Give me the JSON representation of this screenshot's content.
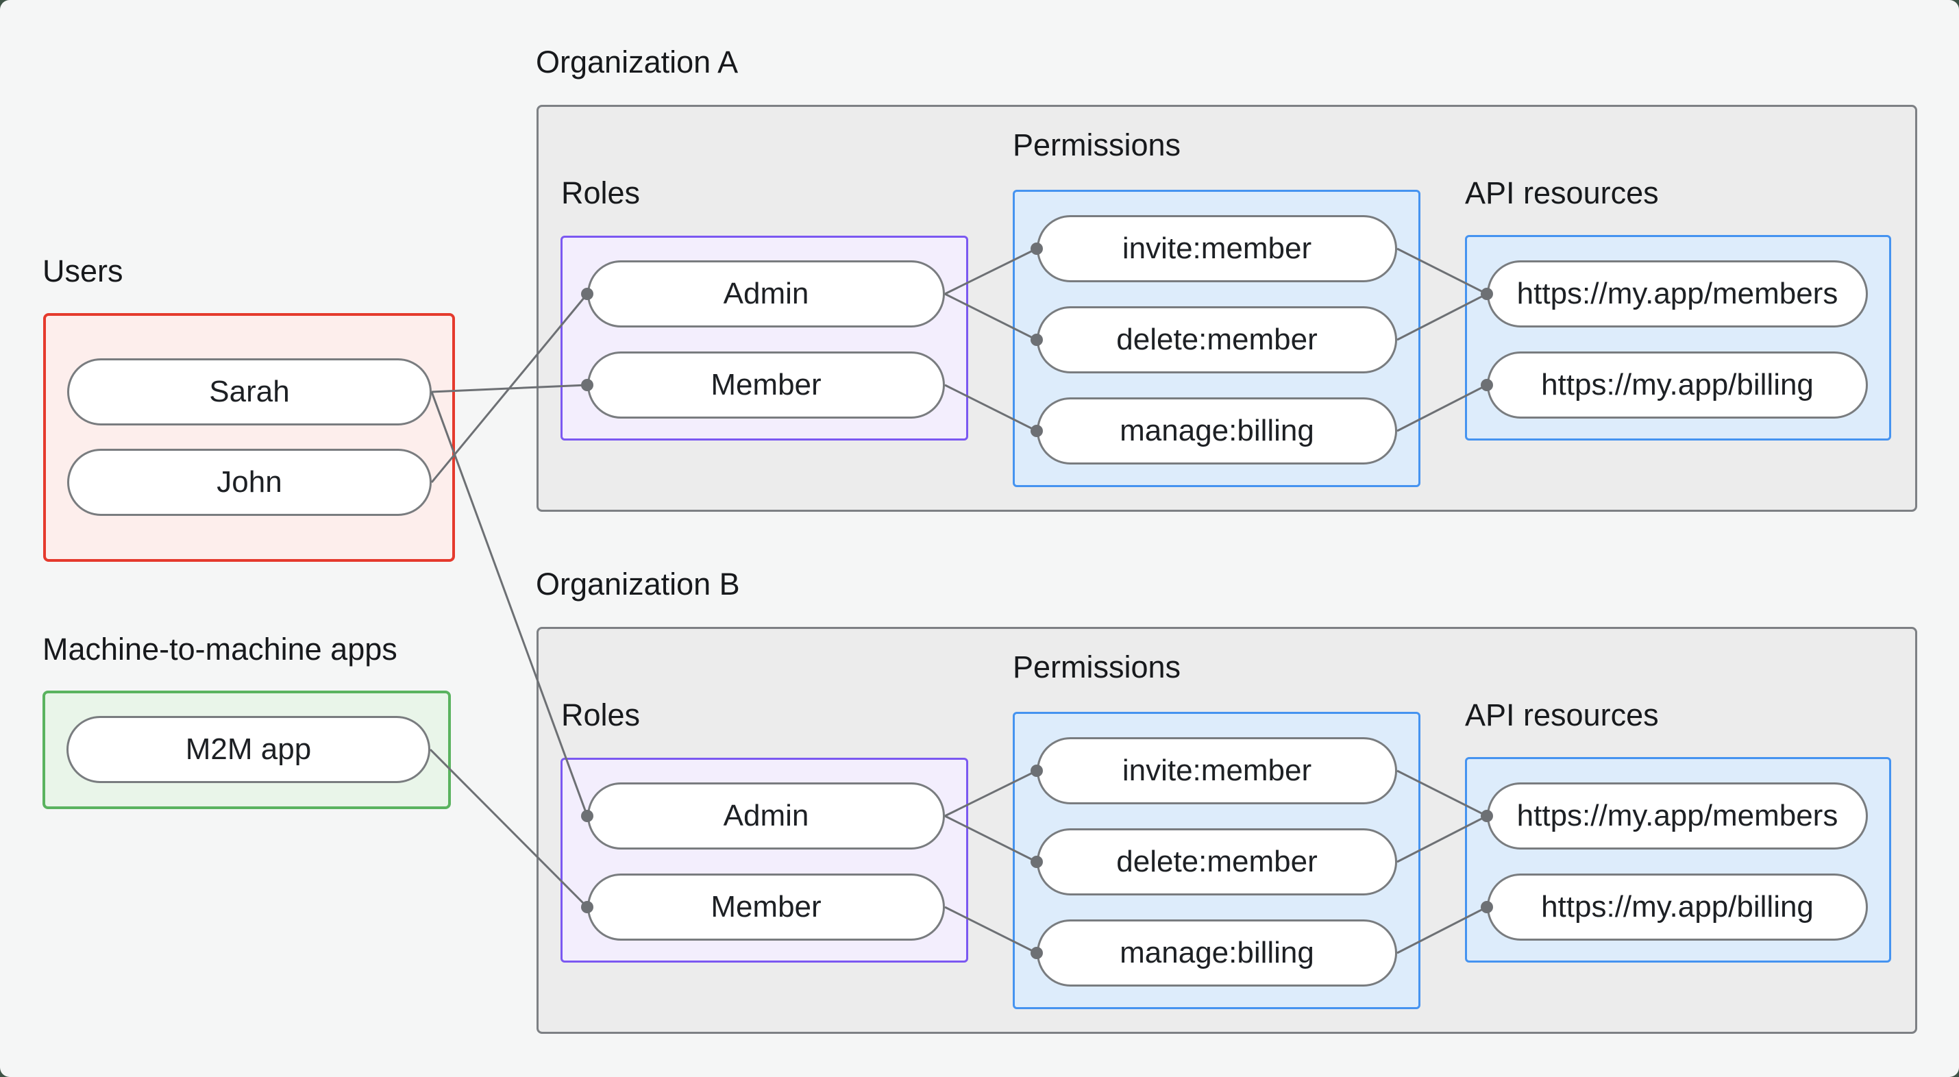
{
  "palette": {
    "page_background": "#f5f6f6",
    "outside_background": "#3e5346",
    "org_box_fill": "#ececec",
    "org_box_border": "#7d8084",
    "users_fill": "#fdeeec",
    "users_border": "#e53a2d",
    "m2m_fill": "#e9f5e9",
    "m2m_border": "#5ab35f",
    "roles_fill": "#f3eefd",
    "roles_border": "#7b58f1",
    "permissions_fill": "#ddecfb",
    "permissions_border": "#4593f0",
    "node_fill": "#ffffff",
    "node_border": "#797c7f",
    "connector": "#6d7074",
    "text": "#17191c"
  },
  "users_group": {
    "label": "Users",
    "items": [
      "Sarah",
      "John"
    ]
  },
  "m2m_group": {
    "label": "Machine-to-machine apps",
    "items": [
      "M2M app"
    ]
  },
  "orgs": [
    {
      "title": "Organization A",
      "roles_label": "Roles",
      "permissions_label": "Permissions",
      "api_label": "API resources",
      "roles": [
        "Admin",
        "Member"
      ],
      "permissions": [
        "invite:member",
        "delete:member",
        "manage:billing"
      ],
      "api_resources": [
        "https://my.app/members",
        "https://my.app/billing"
      ],
      "role_permission_edges": [
        [
          "Admin",
          "invite:member"
        ],
        [
          "Admin",
          "delete:member"
        ],
        [
          "Member",
          "manage:billing"
        ]
      ],
      "permission_api_edges": [
        [
          "invite:member",
          "https://my.app/members"
        ],
        [
          "delete:member",
          "https://my.app/members"
        ],
        [
          "manage:billing",
          "https://my.app/billing"
        ]
      ]
    },
    {
      "title": "Organization B",
      "roles_label": "Roles",
      "permissions_label": "Permissions",
      "api_label": "API resources",
      "roles": [
        "Admin",
        "Member"
      ],
      "permissions": [
        "invite:member",
        "delete:member",
        "manage:billing"
      ],
      "api_resources": [
        "https://my.app/members",
        "https://my.app/billing"
      ],
      "role_permission_edges": [
        [
          "Admin",
          "invite:member"
        ],
        [
          "Admin",
          "delete:member"
        ],
        [
          "Member",
          "manage:billing"
        ]
      ],
      "permission_api_edges": [
        [
          "invite:member",
          "https://my.app/members"
        ],
        [
          "delete:member",
          "https://my.app/members"
        ],
        [
          "manage:billing",
          "https://my.app/billing"
        ]
      ]
    }
  ],
  "identity_role_edges": [
    {
      "from": "Sarah",
      "org": "Organization A",
      "role": "Member"
    },
    {
      "from": "John",
      "org": "Organization A",
      "role": "Admin"
    },
    {
      "from": "Sarah",
      "org": "Organization B",
      "role": "Admin"
    },
    {
      "from": "M2M app",
      "org": "Organization B",
      "role": "Member"
    }
  ]
}
